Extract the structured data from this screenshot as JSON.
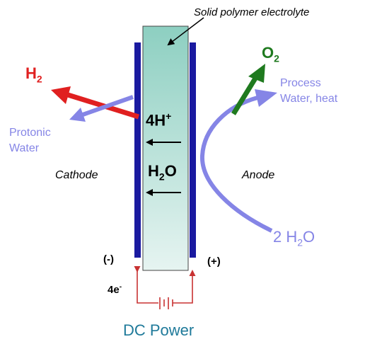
{
  "labels": {
    "membrane": "Solid polymer electrolyte",
    "h2_base": "H",
    "h2_sub": "2",
    "o2_base": "O",
    "o2_sub": "2",
    "protonic_water_line1": "Protonic",
    "protonic_water_line2": "Water",
    "process_line1": "Process",
    "process_line2": "Water, heat",
    "cathode": "Cathode",
    "anode": "Anode",
    "proton_base": "4H",
    "proton_sup": "+",
    "water_base": "H",
    "water_sub": "2",
    "water_tail": "O",
    "input_water_base": "2 H",
    "input_water_sub": "2",
    "input_water_tail": "O",
    "negative": "(-)",
    "positive": "(+)",
    "electron_base": "4e",
    "electron_sup": "-",
    "power": "DC Power"
  },
  "colors": {
    "membrane_top": "#8dcfc1",
    "membrane_bottom": "#e6f4f1",
    "electrode": "#1a1aa0",
    "hydrogen": "#e02020",
    "oxygen": "#1f7a1f",
    "water_flow": "#8585e6",
    "circuit": "#c83232",
    "power_text": "#1f7a9a"
  }
}
